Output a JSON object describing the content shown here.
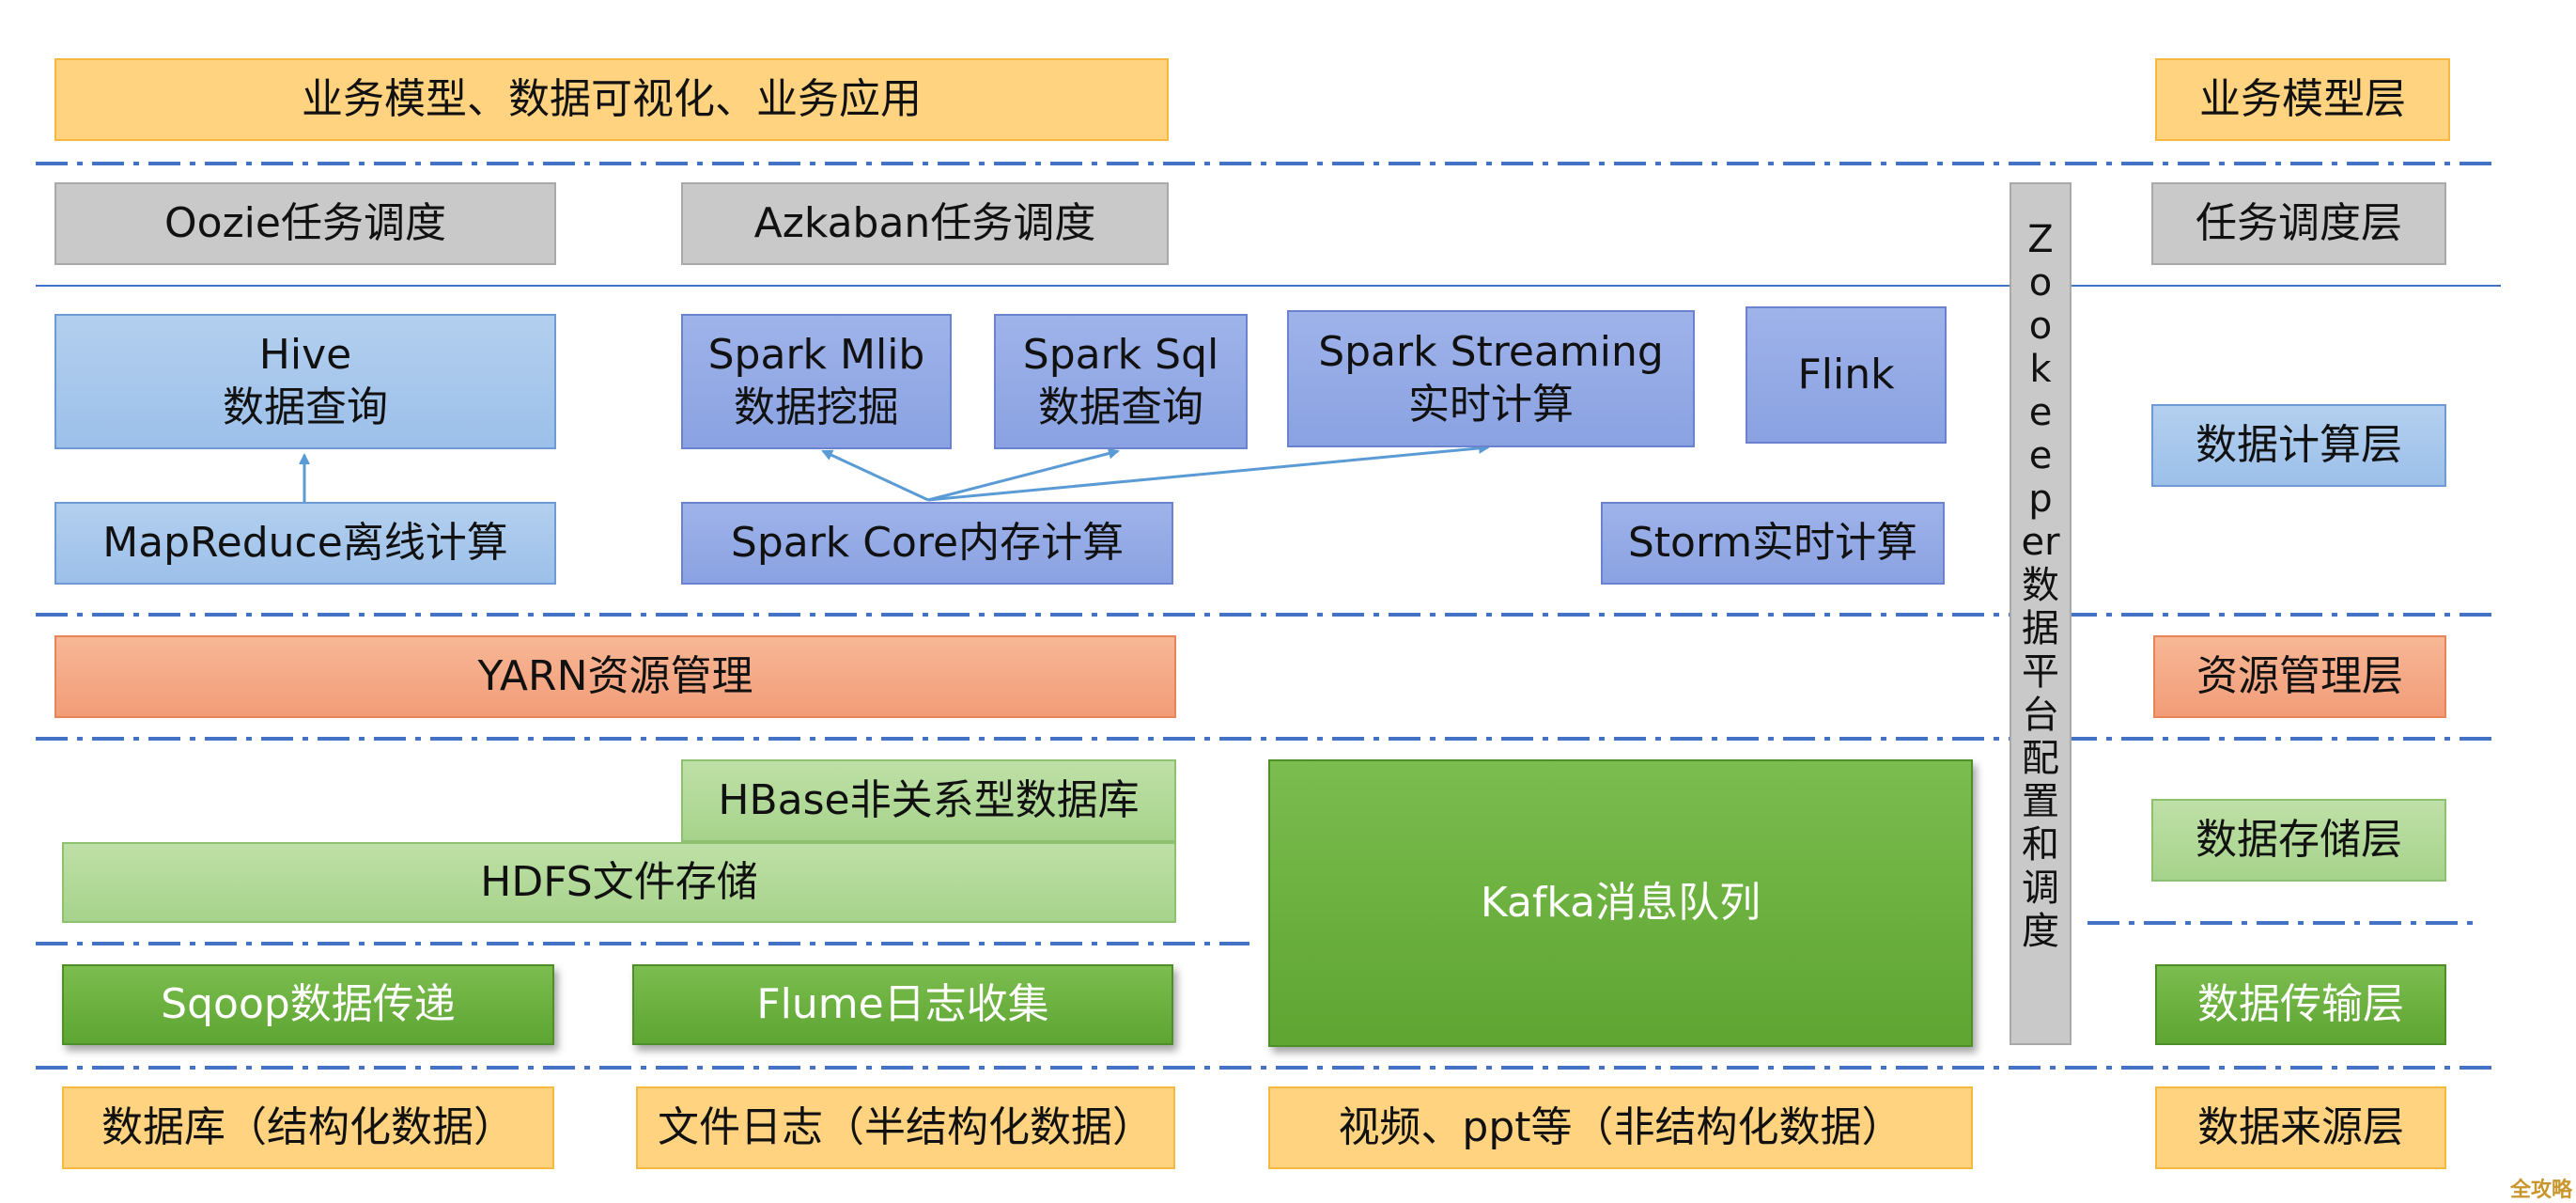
{
  "layers": {
    "business": "业务模型层",
    "schedule": "任务调度层",
    "compute": "数据计算层",
    "resource": "资源管理层",
    "storage": "数据存储层",
    "transport": "数据传输层",
    "source": "数据来源层"
  },
  "business": {
    "apps": "业务模型、数据可视化、业务应用"
  },
  "schedule": {
    "oozie": "Oozie任务调度",
    "azkaban": "Azkaban任务调度"
  },
  "compute": {
    "hive_line1": "Hive",
    "hive_line2": "数据查询",
    "mapreduce": "MapReduce离线计算",
    "spark_mlib_line1": "Spark Mlib",
    "spark_mlib_line2": "数据挖掘",
    "spark_sql_line1": "Spark Sql",
    "spark_sql_line2": "数据查询",
    "spark_streaming_line1": "Spark Streaming",
    "spark_streaming_line2": "实时计算",
    "spark_core": "Spark Core内存计算",
    "flink": "Flink",
    "storm": "Storm实时计算"
  },
  "resource": {
    "yarn": "YARN资源管理"
  },
  "storage": {
    "hbase": "HBase非关系型数据库",
    "hdfs": "HDFS文件存储",
    "kafka": "Kafka消息队列"
  },
  "transport": {
    "sqoop": "Sqoop数据传递",
    "flume": "Flume日志收集"
  },
  "source": {
    "database": "数据库（结构化数据）",
    "files": "文件日志（半结构化数据）",
    "media": "视频、ppt等（非结构化数据）"
  },
  "zookeeper": "Zookeeper数据平台配置和调度",
  "watermark": "全攻略",
  "colors": {
    "separator": "#4472c4",
    "arrow": "#5b9bd5",
    "yellow": "#ffd37f",
    "gray": "#c9c9c9",
    "blue_light": "#9cc0ea",
    "blue_dark": "#8aa2e2",
    "orange": "#f29c78",
    "green_light": "#a6d38b",
    "green_dark": "#5ea532"
  }
}
